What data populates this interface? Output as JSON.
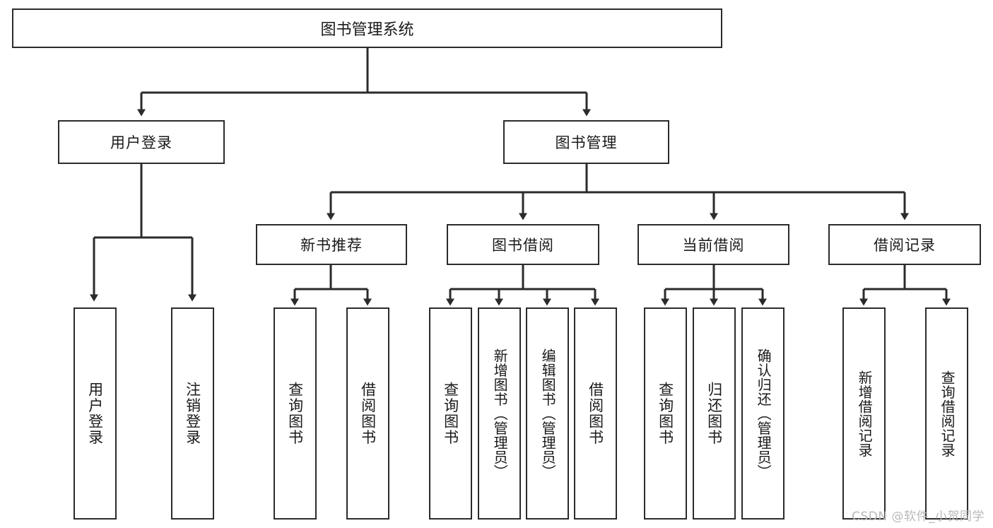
{
  "diagram": {
    "type": "tree",
    "title": "图书管理系统",
    "root": {
      "id": "root",
      "label": "图书管理系统"
    },
    "level1": [
      {
        "id": "user-login",
        "label": "用户登录"
      },
      {
        "id": "book-manage",
        "label": "图书管理"
      }
    ],
    "level2": [
      {
        "id": "new-book-rec",
        "label": "新书推荐"
      },
      {
        "id": "book-borrow",
        "label": "图书借阅"
      },
      {
        "id": "current-borrow",
        "label": "当前借阅"
      },
      {
        "id": "borrow-record",
        "label": "借阅记录"
      }
    ],
    "leaves": {
      "user_login": [
        {
          "id": "leaf-user-login",
          "label": "用户登录"
        },
        {
          "id": "leaf-logout",
          "label": "注销登录"
        }
      ],
      "new_book_rec": [
        {
          "id": "leaf-query-book-1",
          "label": "查询图书"
        },
        {
          "id": "leaf-borrow-book-1",
          "label": "借阅图书"
        }
      ],
      "book_borrow": [
        {
          "id": "leaf-query-book-2",
          "label": "查询图书"
        },
        {
          "id": "leaf-add-book",
          "label": "新增图书（管理员）"
        },
        {
          "id": "leaf-edit-book",
          "label": "编辑图书（管理员）"
        },
        {
          "id": "leaf-borrow-book-2",
          "label": "借阅图书"
        }
      ],
      "current_borrow": [
        {
          "id": "leaf-query-book-3",
          "label": "查询图书"
        },
        {
          "id": "leaf-return-book",
          "label": "归还图书"
        },
        {
          "id": "leaf-confirm-return",
          "label": "确认归还（管理员）"
        }
      ],
      "borrow_record": [
        {
          "id": "leaf-add-record",
          "label": "新增借阅记录"
        },
        {
          "id": "leaf-query-record",
          "label": "查询借阅记录"
        }
      ]
    }
  },
  "watermark": {
    "text": "CSDN @软件_小贺同学"
  },
  "colors": {
    "stroke": "#2b2b2b",
    "fill": "#ffffff",
    "text": "#1a1a1a",
    "watermark": "#b9b9b9"
  }
}
